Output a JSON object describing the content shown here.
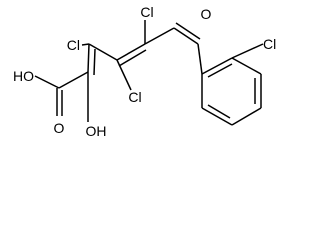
{
  "molecule": {
    "atoms": {
      "oh_acid": "HO",
      "o_acid": "O",
      "oh_enol": "OH",
      "cl_c3": "Cl",
      "cl_c4": "Cl",
      "cl_c5": "Cl",
      "o_ketone": "O",
      "cl_aryl": "Cl"
    }
  }
}
